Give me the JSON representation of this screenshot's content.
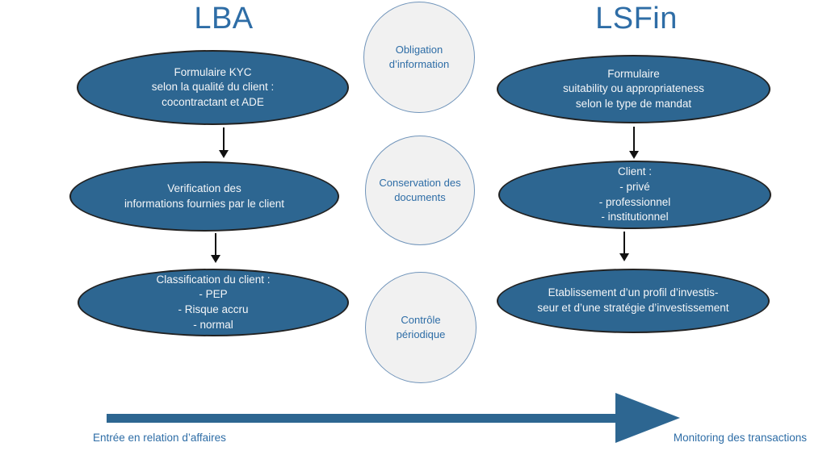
{
  "diagram": {
    "title_left": "LBA",
    "title_right": "LSFin",
    "lba_steps": [
      {
        "text": "Formulaire KYC\nselon la qualité du client :\ncocontractant et ADE"
      },
      {
        "text": "Verification des\ninformations fournies par le client"
      },
      {
        "text": "Classification du client :\n- PEP\n- Risque accru\n- normal"
      }
    ],
    "lsfin_steps": [
      {
        "text": "Formulaire\nsuitability ou appropriateness\nselon le type de mandat"
      },
      {
        "text": "Client :\n- privé\n- professionnel\n- institutionnel"
      },
      {
        "text": "Etablissement d’un profil d’investis-\nseur et d’une stratégie d’investissement"
      }
    ],
    "shared_obligations": [
      {
        "text": "Obligation\nd’information"
      },
      {
        "text": "Conservation des\ndocuments"
      },
      {
        "text": "Contrôle\npériodique"
      }
    ],
    "timeline": {
      "start_label": "Entrée en relation d’affaires",
      "end_label": "Monitoring des transactions"
    },
    "colors": {
      "ellipse_fill": "#2d6691",
      "ellipse_border": "#222222",
      "ellipse_text": "#f4f6f8",
      "circle_fill": "#f1f1f1",
      "circle_border": "#7094ba",
      "accent_text": "#2e6da6",
      "connector_arrow": "#111111",
      "timeline_arrow": "#2d6691"
    }
  }
}
